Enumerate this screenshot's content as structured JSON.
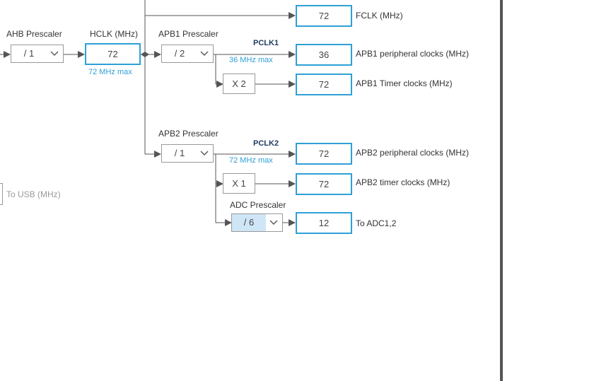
{
  "ahb": {
    "label": "AHB Prescaler",
    "value": "/ 1"
  },
  "hclk": {
    "label": "HCLK (MHz)",
    "value": "72",
    "max": "72 MHz max"
  },
  "fclk": {
    "value": "72",
    "label": "FCLK (MHz)"
  },
  "apb1": {
    "label": "APB1 Prescaler",
    "value": "/ 2",
    "pclk_label": "PCLK1",
    "pclk_max": "36 MHz max",
    "peripheral": {
      "value": "36",
      "label": "APB1 peripheral clocks (MHz)"
    },
    "timer_multiplier": "X 2",
    "timer": {
      "value": "72",
      "label": "APB1 Timer clocks (MHz)"
    }
  },
  "apb2": {
    "label": "APB2 Prescaler",
    "value": "/ 1",
    "pclk_label": "PCLK2",
    "pclk_max": "72 MHz max",
    "peripheral": {
      "value": "72",
      "label": "APB2 peripheral clocks (MHz)"
    },
    "timer_multiplier": "X 1",
    "timer": {
      "value": "72",
      "label": "APB2 timer clocks (MHz)"
    }
  },
  "adc": {
    "label": "ADC Prescaler",
    "value": "/ 6",
    "out_value": "12",
    "out_label": "To ADC1,2"
  },
  "usb": {
    "label": "To USB (MHz)"
  }
}
